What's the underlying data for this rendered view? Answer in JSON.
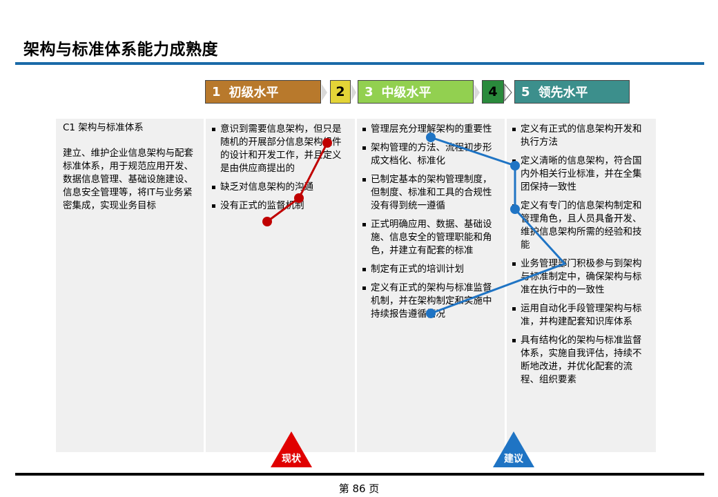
{
  "title": "架构与标准体系能力成熟度",
  "levels": [
    {
      "num": "1",
      "label": "初级水平",
      "color": "#b8792c"
    },
    {
      "num": "2",
      "label": "",
      "color": "#e3d437"
    },
    {
      "num": "3",
      "label": "中级水平",
      "color": "#92d050"
    },
    {
      "num": "4",
      "label": "",
      "color": "#2a8a3c"
    },
    {
      "num": "5",
      "label": "领先水平",
      "color": "#3c8f8c"
    }
  ],
  "column1": {
    "heading": "C1 架构与标准体系",
    "description": "建立、维护企业信息架构与配套标准体系，用于规范应用开发、数据信息管理、基础设施建设、信息安全管理等，将IT与业务紧密集成，实现业务目标"
  },
  "column2": {
    "items": [
      "意识到需要信息架构，但只是随机的开展部分信息架构组件的设计和开发工作，并且定义是由供应商提出的",
      "缺乏对信息架构的沟通",
      "没有正式的监督机制"
    ]
  },
  "column3": {
    "items": [
      "管理层充分理解架构的重要性",
      "架构管理的方法、流程初步形成文档化、标准化",
      "已制定基本的架构管理制度，但制度、标准和工具的合规性没有得到统一遵循",
      "正式明确应用、数据、基础设施、信息安全的管理职能和角色，并建立有配套的标准",
      "制定有正式的培训计划",
      "定义有正式的架构与标准监督机制，并在架构制定和实施中持续报告遵循情况"
    ]
  },
  "column4": {
    "items": [
      "定义有正式的信息架构开发和执行方法",
      "定义清晰的信息架构，符合国内外相关行业标准，并在全集团保持一致性",
      "定义有专门的信息架构制定和管理角色，且人员具备开发、维护信息架构所需的经验和技能",
      "业务管理部门积极参与到架构与标准制定中，确保架构与标准在执行中的一致性",
      "运用自动化手段管理架构与标准，并构建配套知识库体系",
      "具有结构化的架构与标准监督体系，实施自我评估，持续不断地改进，并优化配套的流程、组织要素"
    ]
  },
  "markers": {
    "current_label": "现状",
    "current_color": "#c00000",
    "target_label": "建议",
    "target_color": "#1f74c4"
  },
  "page_label": "第 86 页"
}
